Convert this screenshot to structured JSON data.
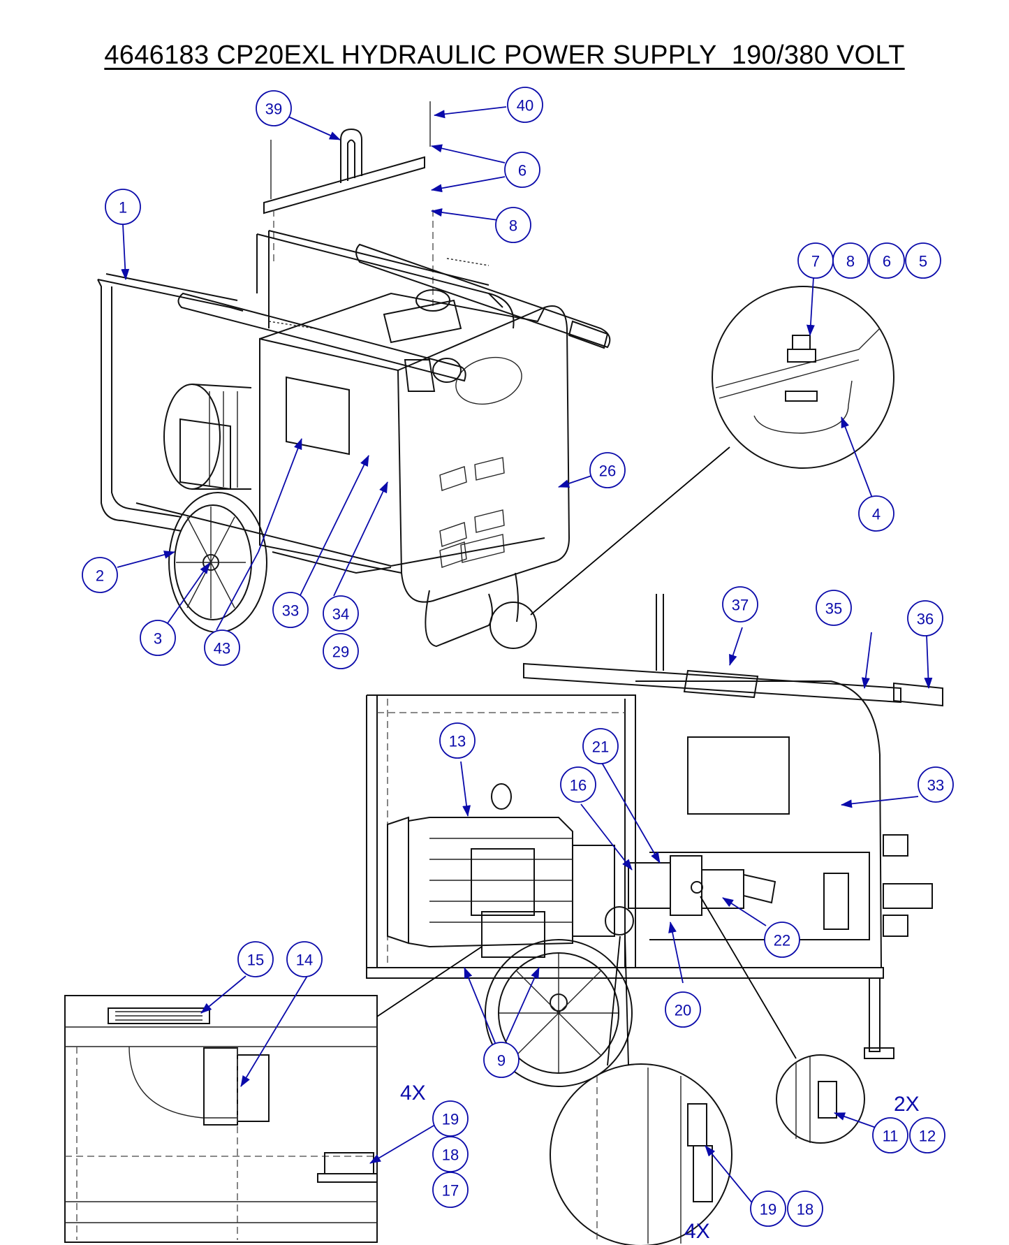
{
  "title": "4646183 CP20EXL HYDRAULIC POWER SUPPLY  190/380 VOLT",
  "colors": {
    "callout": "#0a0aaa",
    "line": "#111111",
    "background": "#ffffff"
  },
  "callouts": [
    "39",
    "40",
    "6",
    "8",
    "1",
    "7",
    "8",
    "6",
    "5",
    "4",
    "26",
    "2",
    "33",
    "34",
    "3",
    "43",
    "29",
    "37",
    "35",
    "36",
    "13",
    "21",
    "16",
    "33",
    "22",
    "20",
    "9",
    "15",
    "14",
    "19",
    "18",
    "17",
    "11",
    "12",
    "19",
    "18"
  ],
  "multipliers": {
    "detail_bolts_left": "4X",
    "detail_fitting_right": "2X",
    "detail_bottom": "4X"
  }
}
